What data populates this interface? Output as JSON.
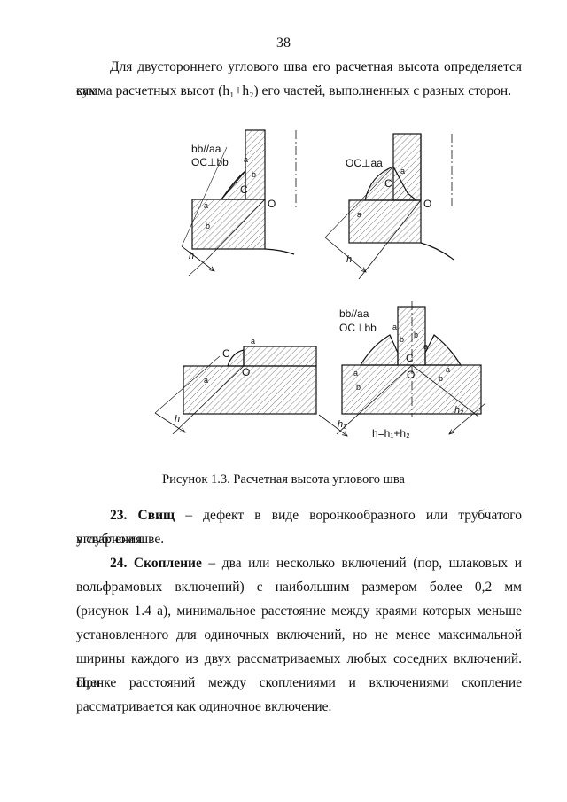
{
  "page": {
    "number": "38"
  },
  "intro": {
    "line1": "Для двустороннего углового шва его расчетная высота определяется как",
    "line2": "сумма расчетных высот (h₁+h₂) его частей, выполненных с разных сторон."
  },
  "figure": {
    "caption": "Рисунок 1.3. Расчетная высота углового шва",
    "labels": {
      "bb_par_aa": "bb//aa",
      "oc_perp_bb": "OC⊥bb",
      "oc_perp_aa": "OC⊥aa",
      "a": "a",
      "b": "b",
      "c": "C",
      "o": "O",
      "h": "h",
      "h1": "h₁",
      "h2": "h₂",
      "sum": "h=h₁+h₂"
    }
  },
  "items": [
    {
      "num": "23.",
      "term": "Свищ",
      "text": " – дефект в виде воронкообразного или трубчатого углубления",
      "cont": "в сварном шве."
    },
    {
      "num": "24.",
      "term": "Скопление",
      "line1": " – два или несколько включений (пор, шлаковых и",
      "line2": "вольфрамовых включений) с наибольшим размером более 0,2 мм",
      "line3": "(рисунок 1.4 а), минимальное расстояние между краями которых меньше",
      "line4": "установленного для одиночных включений, но не менее максимальной",
      "line5": "ширины каждого из двух рассматриваемых любых соседних включений. При",
      "line6": "оценке расстояний между скоплениями и включениями скопление",
      "line7": "рассматривается как одиночное включение."
    }
  ]
}
